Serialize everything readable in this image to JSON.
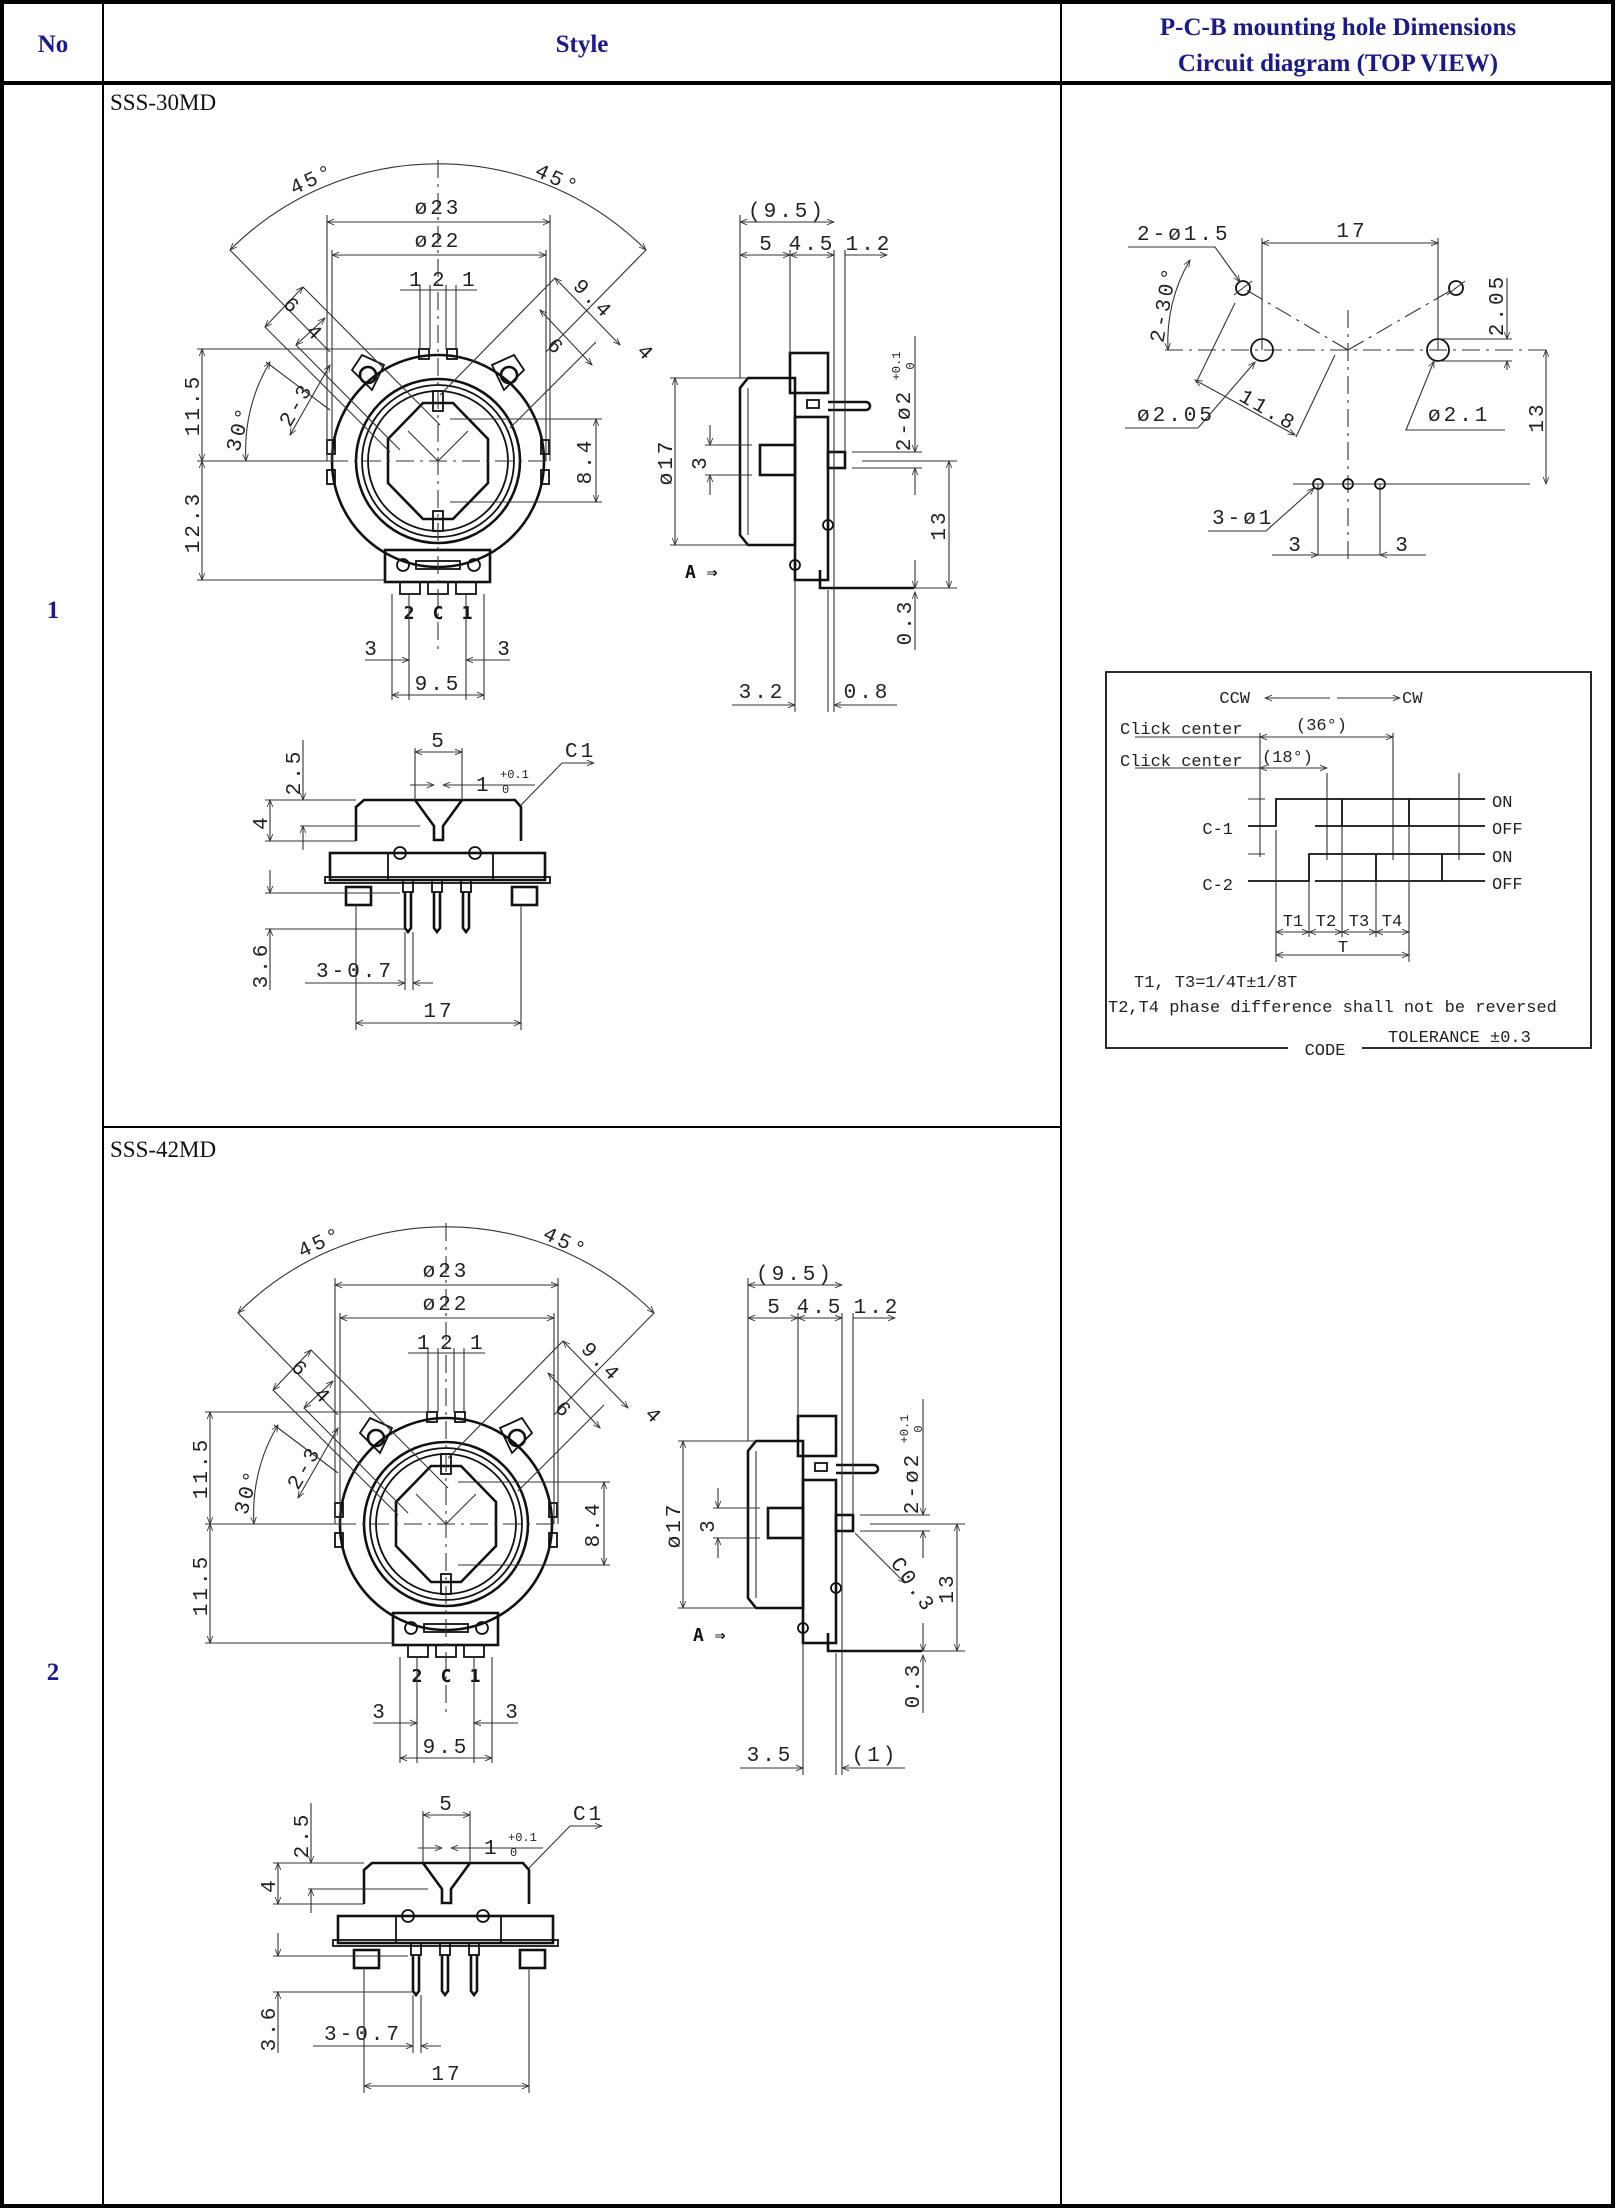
{
  "header": {
    "no": "No",
    "style": "Style",
    "pcb_line1": "P-C-B mounting hole Dimensions",
    "pcb_line2": "Circuit diagram (TOP VIEW)"
  },
  "colors": {
    "header_text": "#1a1a8c",
    "lines": "#111111"
  },
  "rows": [
    {
      "no": "1",
      "model": "SSS-30MD",
      "drawing": {
        "ang_l": "45°",
        "ang_r": "45°",
        "dia23": "ø23",
        "dia22": "ø22",
        "pin_l": "1",
        "pin_c": "2",
        "pin_r": "1",
        "dim6": "6",
        "dim4": "4",
        "dim94": "9.4",
        "dim4r": "4",
        "dim6r": "6",
        "dim23": "2-3",
        "ang30": "30°",
        "h_top": "11.5",
        "h_bot": "12.3",
        "dim84": "8.4",
        "term_2": "2",
        "term_c": "C",
        "term_1": "1",
        "pitch_l": "3",
        "pitch_r": "3",
        "span": "9.5",
        "s_total": "(9.5)",
        "s_5": "5",
        "s_45": "4.5",
        "s_12": "1.2",
        "s_dia17": "ø17",
        "s_3": "3",
        "s_pin": "2-ø2",
        "s_pin_tol_u": "+0.1",
        "s_pin_tol_l": "0",
        "s_13": "13",
        "s_03": "0.3",
        "s_arrow": "A ⇒",
        "s_left": "3.2",
        "s_right": "0.8",
        "b_5": "5",
        "b_w": "1",
        "b_tol_u": "+0.1",
        "b_tol_l": "0",
        "b_c1": "C1",
        "b_25": "2.5",
        "b_4": "4",
        "b_36": "3.6",
        "b_307": "3-0.7",
        "b_17": "17"
      }
    },
    {
      "no": "2",
      "model": "SSS-42MD",
      "drawing": {
        "ang_l": "45°",
        "ang_r": "45°",
        "dia23": "ø23",
        "dia22": "ø22",
        "pin_l": "1",
        "pin_c": "2",
        "pin_r": "1",
        "dim6": "6",
        "dim4": "4",
        "dim94": "9.4",
        "dim4r": "4",
        "dim6r": "6",
        "dim23": "2-3",
        "ang30": "30°",
        "h_top": "11.5",
        "h_bot": "11.5",
        "dim84": "8.4",
        "term_2": "2",
        "term_c": "C",
        "term_1": "1",
        "pitch_l": "3",
        "pitch_r": "3",
        "span": "9.5",
        "s_total": "(9.5)",
        "s_5": "5",
        "s_45": "4.5",
        "s_12": "1.2",
        "s_dia17": "ø17",
        "s_3": "3",
        "s_pin": "2-ø2",
        "s_pin_tol_u": "+0.1",
        "s_pin_tol_l": "0",
        "s_13": "13",
        "s_03": "0.3",
        "s_arrow": "A ⇒",
        "s_left": "3.5",
        "s_right": "(1)",
        "s_chamfer": "C0.3",
        "b_5": "5",
        "b_w": "1",
        "b_tol_u": "+0.1",
        "b_tol_l": "0",
        "b_c1": "C1",
        "b_25": "2.5",
        "b_4": "4",
        "b_36": "3.6",
        "b_307": "3-0.7",
        "b_17": "17"
      }
    }
  ],
  "pcb": {
    "small_holes": "2-ø1.5",
    "pitch17": "17",
    "angle": "2-30°",
    "offset205": "2.05",
    "hole_left": "ø2.05",
    "radius": "11.8",
    "hole_right": "ø2.1",
    "height13": "13",
    "pins": "3-ø1",
    "pitch_l": "3",
    "pitch_r": "3"
  },
  "circuit": {
    "ccw": "CCW",
    "cw": "CW",
    "click1": "Click center",
    "click1_angle": "(36°)",
    "click2": "Click center",
    "click2_angle": "(18°)",
    "c1": "C-1",
    "c2": "C-2",
    "on1": "ON",
    "off1": "OFF",
    "on2": "ON",
    "off2": "OFF",
    "t1": "T1",
    "t2": "T2",
    "t3": "T3",
    "t4": "T4",
    "t": "T",
    "note1": "T1, T3=1/4T±1/8T",
    "note2": "T2,T4 phase difference shall not be reversed",
    "code": "CODE",
    "tolerance": "TOLERANCE ±0.3"
  }
}
